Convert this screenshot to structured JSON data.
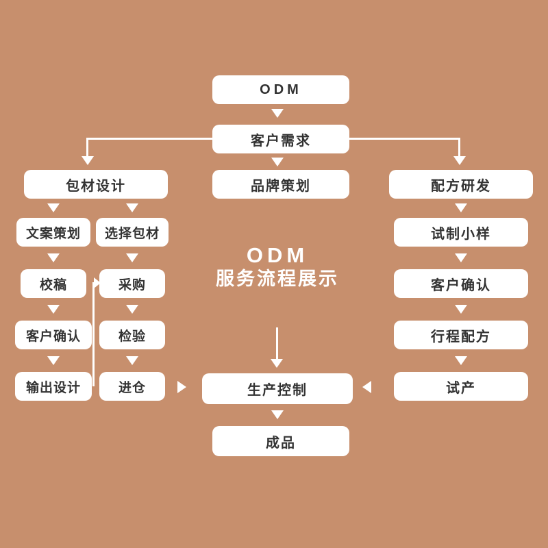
{
  "center_title": {
    "line1": "ODM",
    "line2": "服务流程展示"
  },
  "nodes": {
    "odm": "ODM",
    "customer_needs": "客户需求",
    "packaging_design": "包材设计",
    "brand_planning": "品牌策划",
    "formula_rd": "配方研发",
    "copy_planning": "文案策划",
    "select_packaging": "选择包材",
    "proofreading": "校稿",
    "purchase": "采购",
    "customer_confirm_left": "客户确认",
    "inspection": "检验",
    "output_design": "输出设计",
    "warehouse": "进仓",
    "trial_sample": "试制小样",
    "customer_confirm_right": "客户确认",
    "form_formula": "行程配方",
    "trial_production": "试产",
    "production_control": "生产控制",
    "finished_product": "成品"
  },
  "colors": {
    "background": "#c78f6d",
    "node_background": "#ffffff",
    "node_text": "#333333",
    "arrow": "#ffffff",
    "title_text": "#ffffff"
  }
}
